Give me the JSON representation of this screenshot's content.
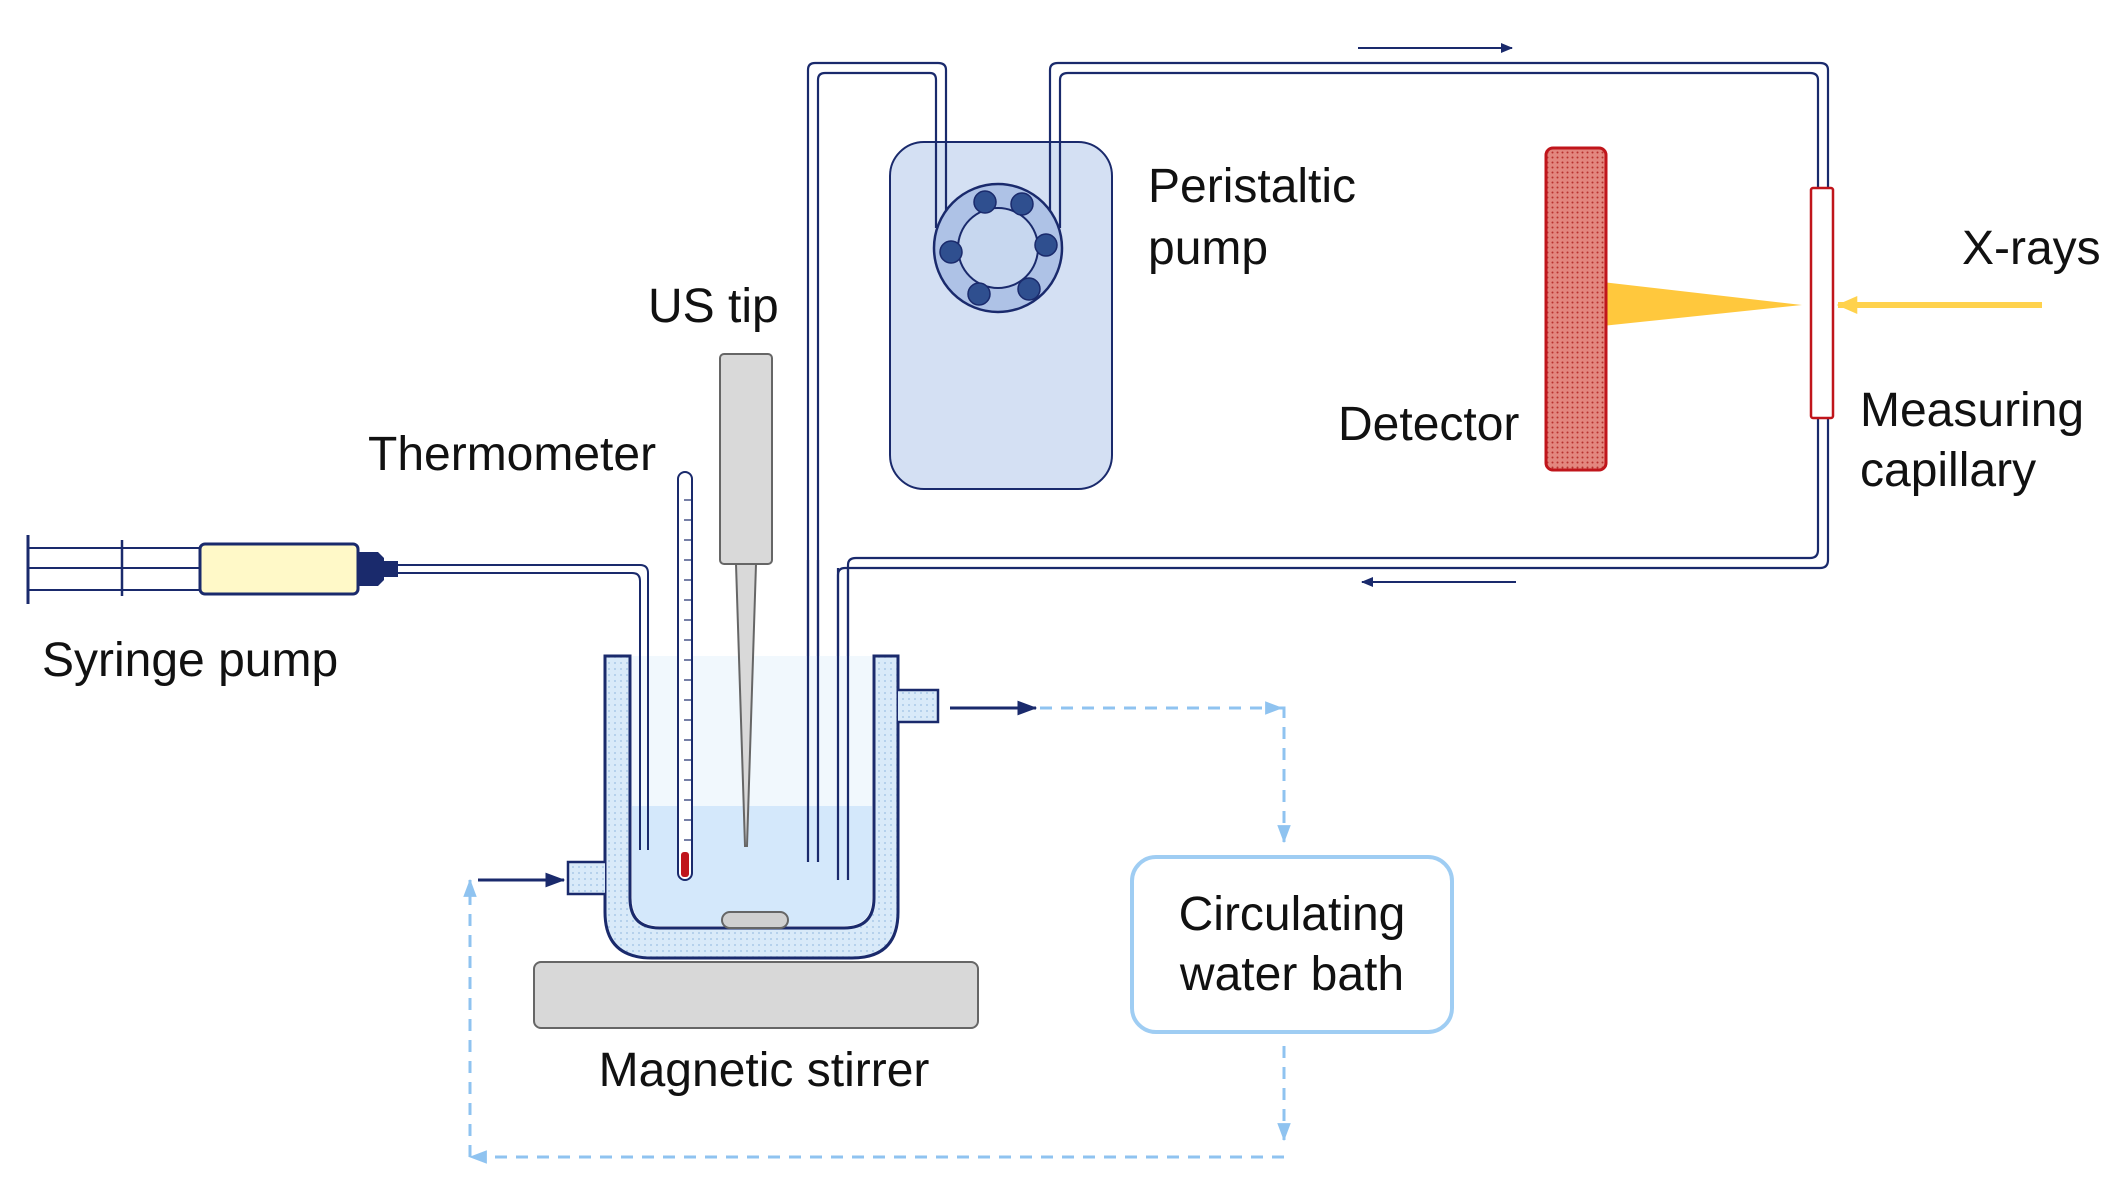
{
  "labels": {
    "peristaltic_pump_line1": "Peristaltic",
    "peristaltic_pump_line2": "pump",
    "us_tip": "US tip",
    "thermometer": "Thermometer",
    "syringe_pump": "Syringe pump",
    "detector": "Detector",
    "xrays": "X-rays",
    "measuring_capillary_line1": "Measuring",
    "measuring_capillary_line2": "capillary",
    "circulating_bath_line1": "Circulating",
    "circulating_bath_line2": "water bath",
    "magnetic_stirrer": "Magnetic stirrer"
  },
  "colors": {
    "tube_dark": "#1a2a6c",
    "tube_light": "#8fc3f0",
    "jacket_fill": "#d6e8f8",
    "liquid_fill": "#cfe6fb",
    "pump_body": "#d4e0f3",
    "pump_stroke": "#1a2a6c",
    "rotor_fill": "#aec2e6",
    "roller_fill": "#2f4f8f",
    "detector_fill": "#d9726e",
    "detector_stroke": "#c0151b",
    "capillary_stroke": "#c0151b",
    "xray_beam": "#ffc83d",
    "syringe_barrel": "#fff9c8",
    "us_tip_fill": "#d9d9d9",
    "stirrer_fill": "#d8d8d8",
    "thermometer_bulb": "#c0151b",
    "bath_box_stroke": "#9fcdf3"
  },
  "icons": {
    "peristaltic_pump": "rotor-with-rollers",
    "syringe": "syringe-icon",
    "thermometer": "thermometer-icon",
    "ultrasonic_tip": "sonotrode-icon",
    "detector": "detector-panel",
    "capillary": "capillary-tube",
    "stir_bar": "stir-bar"
  }
}
